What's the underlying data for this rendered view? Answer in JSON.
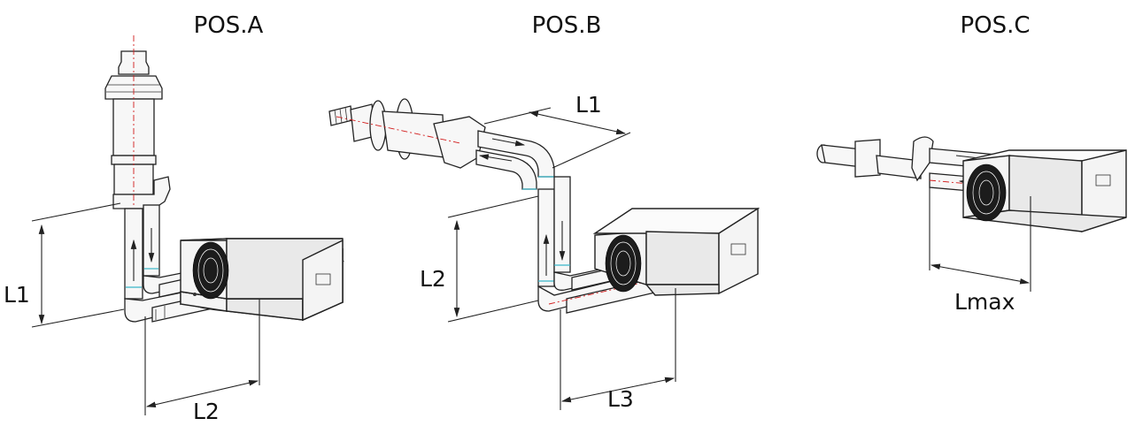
{
  "diagram": {
    "positions": [
      {
        "id": "A",
        "title": "POS.A",
        "dims": [
          "L1",
          "L2"
        ]
      },
      {
        "id": "B",
        "title": "POS.B",
        "dims": [
          "L1",
          "L2",
          "L3"
        ]
      },
      {
        "id": "C",
        "title": "POS.C",
        "dims": [
          "Lmax"
        ]
      }
    ]
  }
}
